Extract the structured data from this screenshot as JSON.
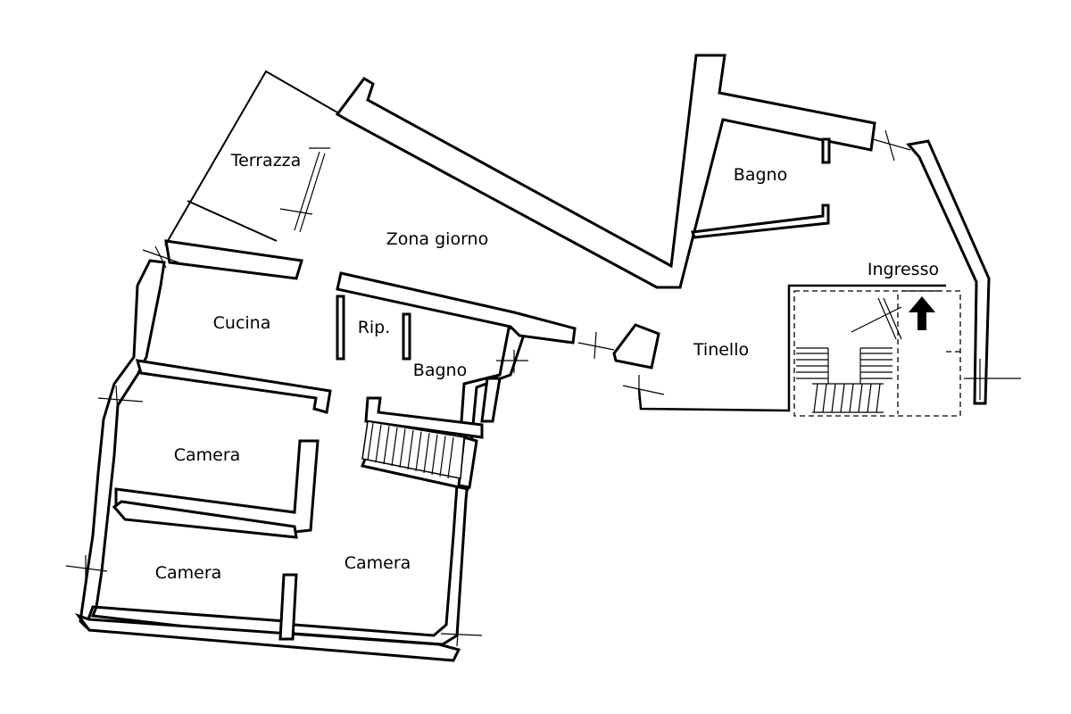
{
  "floor_plan": {
    "rooms": [
      {
        "id": "terrazza",
        "label": "Terrazza"
      },
      {
        "id": "zona-giorno",
        "label": "Zona giorno"
      },
      {
        "id": "bagno-1",
        "label": "Bagno"
      },
      {
        "id": "ingresso",
        "label": "Ingresso"
      },
      {
        "id": "cucina",
        "label": "Cucina"
      },
      {
        "id": "ripostiglio",
        "label": "Rip."
      },
      {
        "id": "bagno-2",
        "label": "Bagno"
      },
      {
        "id": "tinello",
        "label": "Tinello"
      },
      {
        "id": "camera-1",
        "label": "Camera"
      },
      {
        "id": "camera-2",
        "label": "Camera"
      },
      {
        "id": "camera-3",
        "label": "Camera"
      }
    ],
    "entrance_arrow_icon": "up-arrow-icon",
    "colors": {
      "ink": "#000000",
      "paper": "#ffffff"
    }
  }
}
